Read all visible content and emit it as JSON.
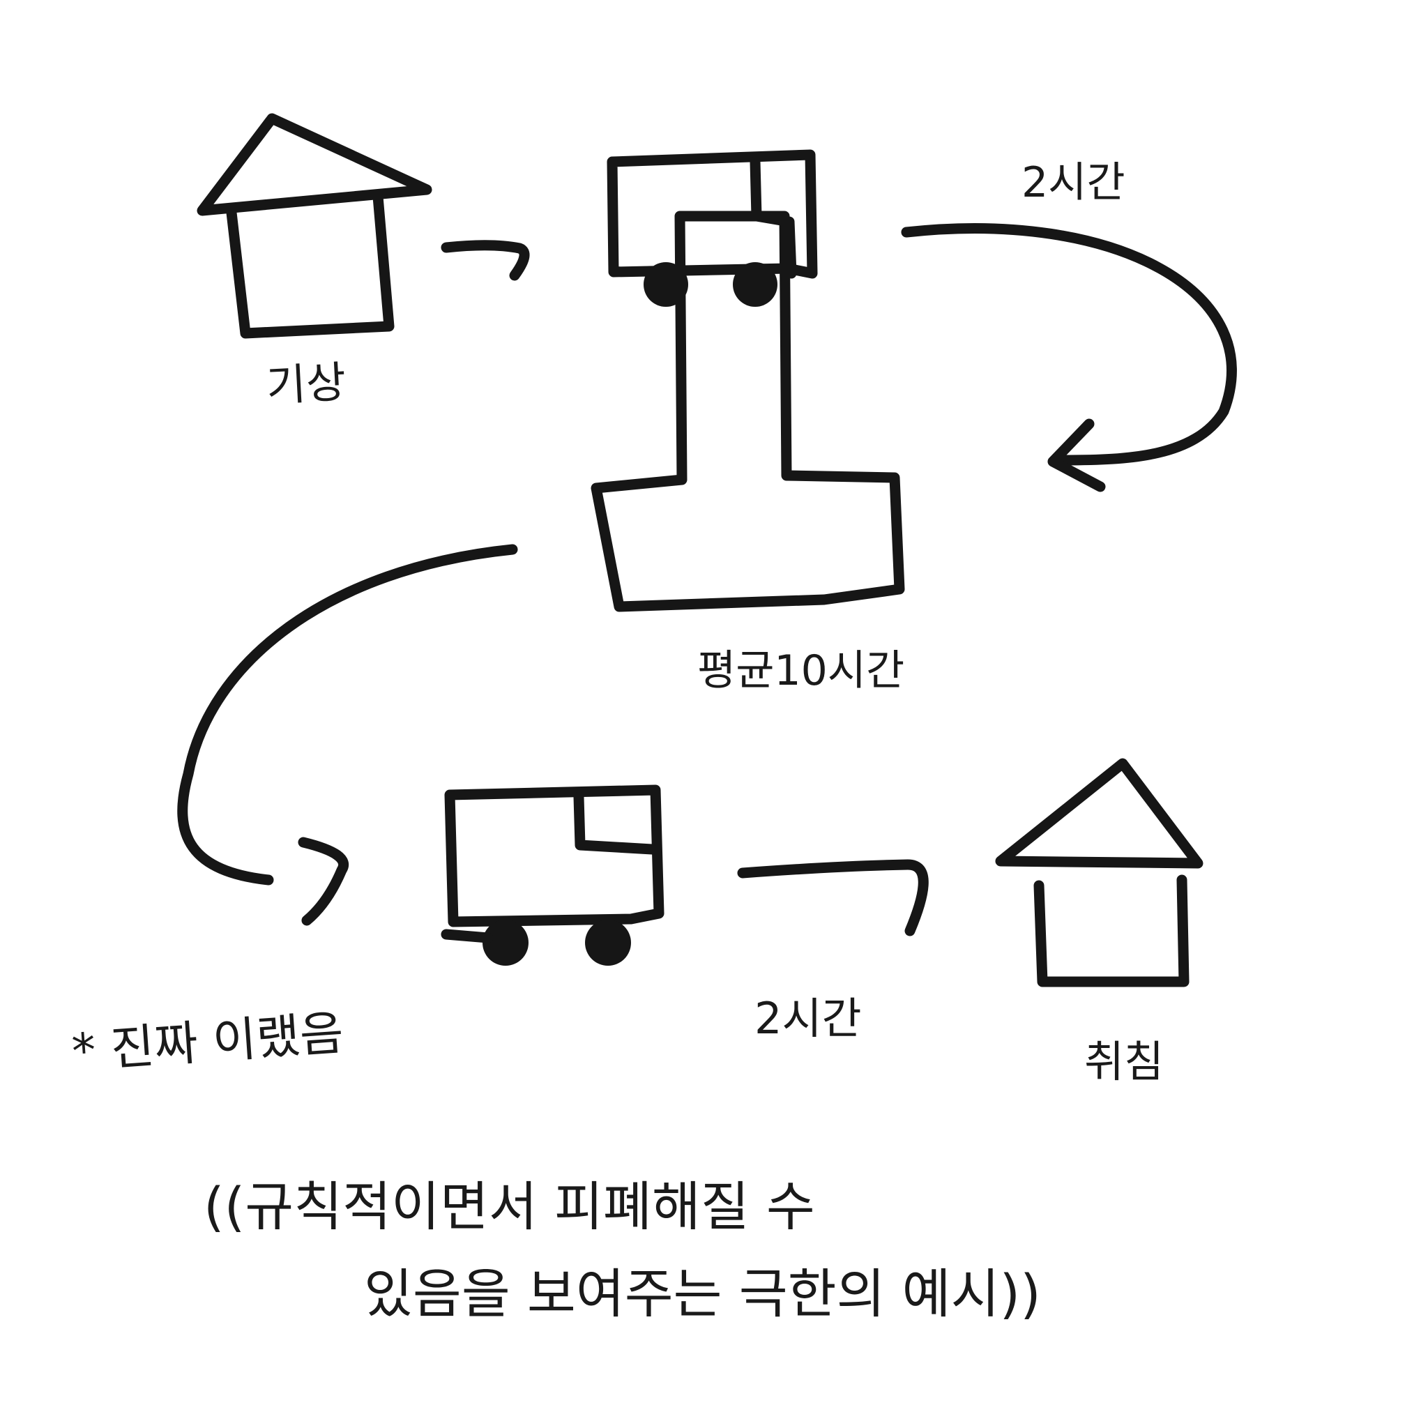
{
  "labels": {
    "wake_up": "기상",
    "commute_morning": "2시간",
    "work_average": "평균10시간",
    "commute_evening": "2시간",
    "bedtime": "취침",
    "real_note": "* 진짜 이랬음"
  },
  "footnote": {
    "line1": "((규칙적이면서 피폐해질 수",
    "line2": "있음을 보여주는 극한의 예시))"
  }
}
